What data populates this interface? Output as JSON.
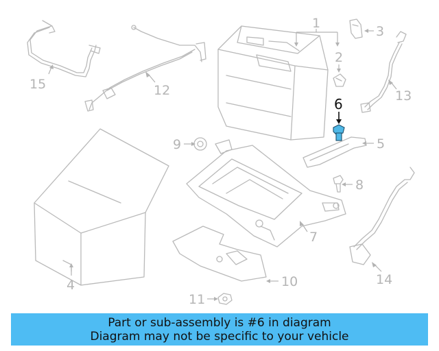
{
  "diagram": {
    "callouts": [
      {
        "number": "1"
      },
      {
        "number": "2"
      },
      {
        "number": "3"
      },
      {
        "number": "4"
      },
      {
        "number": "5"
      },
      {
        "number": "6"
      },
      {
        "number": "7"
      },
      {
        "number": "8"
      },
      {
        "number": "9"
      },
      {
        "number": "10"
      },
      {
        "number": "11"
      },
      {
        "number": "12"
      },
      {
        "number": "13"
      },
      {
        "number": "14"
      },
      {
        "number": "15"
      }
    ],
    "highlighted_number": "6",
    "colors": {
      "highlight": "#4fb8e6",
      "parts": "#b9b9b9",
      "banner": "#4ebcf3"
    }
  },
  "banner": {
    "line1": "Part or sub-assembly is #6 in diagram",
    "line2": "Diagram may not be specific to your vehicle"
  }
}
